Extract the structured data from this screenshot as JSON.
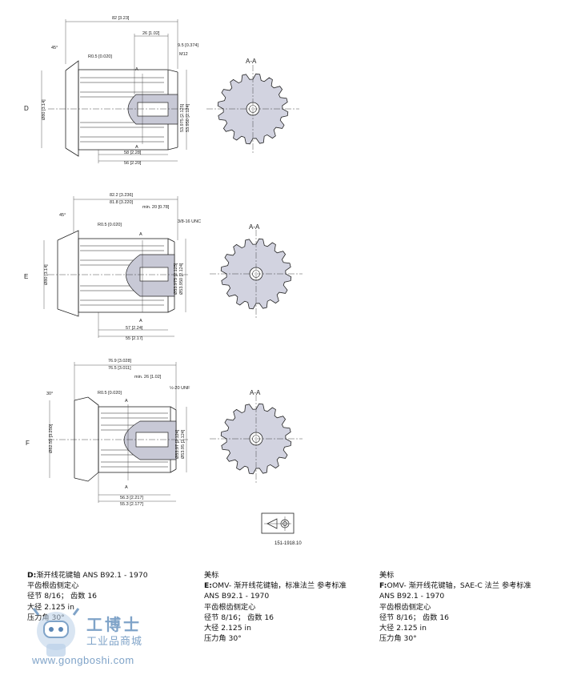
{
  "views": {
    "D": {
      "row_label": "D",
      "section": "A-A",
      "dims": {
        "overall": "82 [3.23]",
        "shaft_len": "26 [1.02]",
        "thread_pos": "9.5 [0.374]",
        "thread": "M12",
        "angle": "45°",
        "radius": "R0.5 [0.020]",
        "dia_left": "Ø80 [3.14]",
        "dia_right_1": "53.975 [2.125]",
        "dia_right_2": "53.950 [2.124]",
        "bottom_1": "58 [2.28]",
        "bottom_2": "56 [2.20]",
        "sec_a": "A"
      }
    },
    "E": {
      "row_label": "E",
      "section": "A-A",
      "dims": {
        "overall_1": "82.2 [3.236]",
        "overall_2": "81.8 [3.220]",
        "min": "min. 20 [0.78]",
        "thread": "3/8-16 UNC",
        "angle": "45°",
        "radius": "R0.5 [0.020]",
        "dia_left": "Ø80 [3.14]",
        "dia_right_1": "Ø53.975 [2.125]",
        "dia_right_2": "Ø53.950 [2.124]",
        "bottom_1": "57 [2.24]",
        "bottom_2": "55 [2.17]",
        "sec_a": "A"
      }
    },
    "F": {
      "row_label": "F",
      "section": "A-A",
      "dims": {
        "overall_1": "76.9 [3.028]",
        "overall_2": "76.5 [3.011]",
        "min": "min. 26 [1.02]",
        "thread": "½-20 UNF",
        "angle": "30°",
        "radius": "R0.5 [0.020]",
        "dia_left": "Ø82.55 [3.250]",
        "dia_right_1": "Ø53.97 [2.124]",
        "dia_right_2": "Ø53.95 [2.124]",
        "bottom_1": "56.3 [2.217]",
        "bottom_2": "55.3 [2.177]",
        "sec_a": "A"
      }
    }
  },
  "drawing_code": "151-1918.10",
  "captions": {
    "col1": {
      "head": "D:",
      "title": "渐开线花键轴 ANS B92.1 - 1970",
      "lines": [
        "平齿根齿侧定心",
        "径节 8/16；  齿数 16",
        "大径 2.125 in",
        "压力角 30°"
      ]
    },
    "col2": {
      "top": "美标",
      "head": "E:",
      "title": "OMV- 渐开线花键轴，标准法兰   参考标准",
      "title2": "ANS B92.1 - 1970",
      "lines": [
        "平齿根齿侧定心",
        "径节  8/16；  齿数 16",
        "大径 2.125 in",
        "压力角 30°"
      ]
    },
    "col3": {
      "top": "美标",
      "head": "F:",
      "title": "OMV- 渐开线花键轴，SAE-C 法兰   参考标准",
      "title2": "ANS B92.1 - 1970",
      "lines": [
        "平齿根齿侧定心",
        "径节  8/16；  齿数 16",
        "大径 2.125 in",
        "压力角 30°"
      ]
    }
  },
  "watermark": {
    "brand": "工博士",
    "sub": "工业品商城",
    "url": "www.gongboshi.com"
  }
}
